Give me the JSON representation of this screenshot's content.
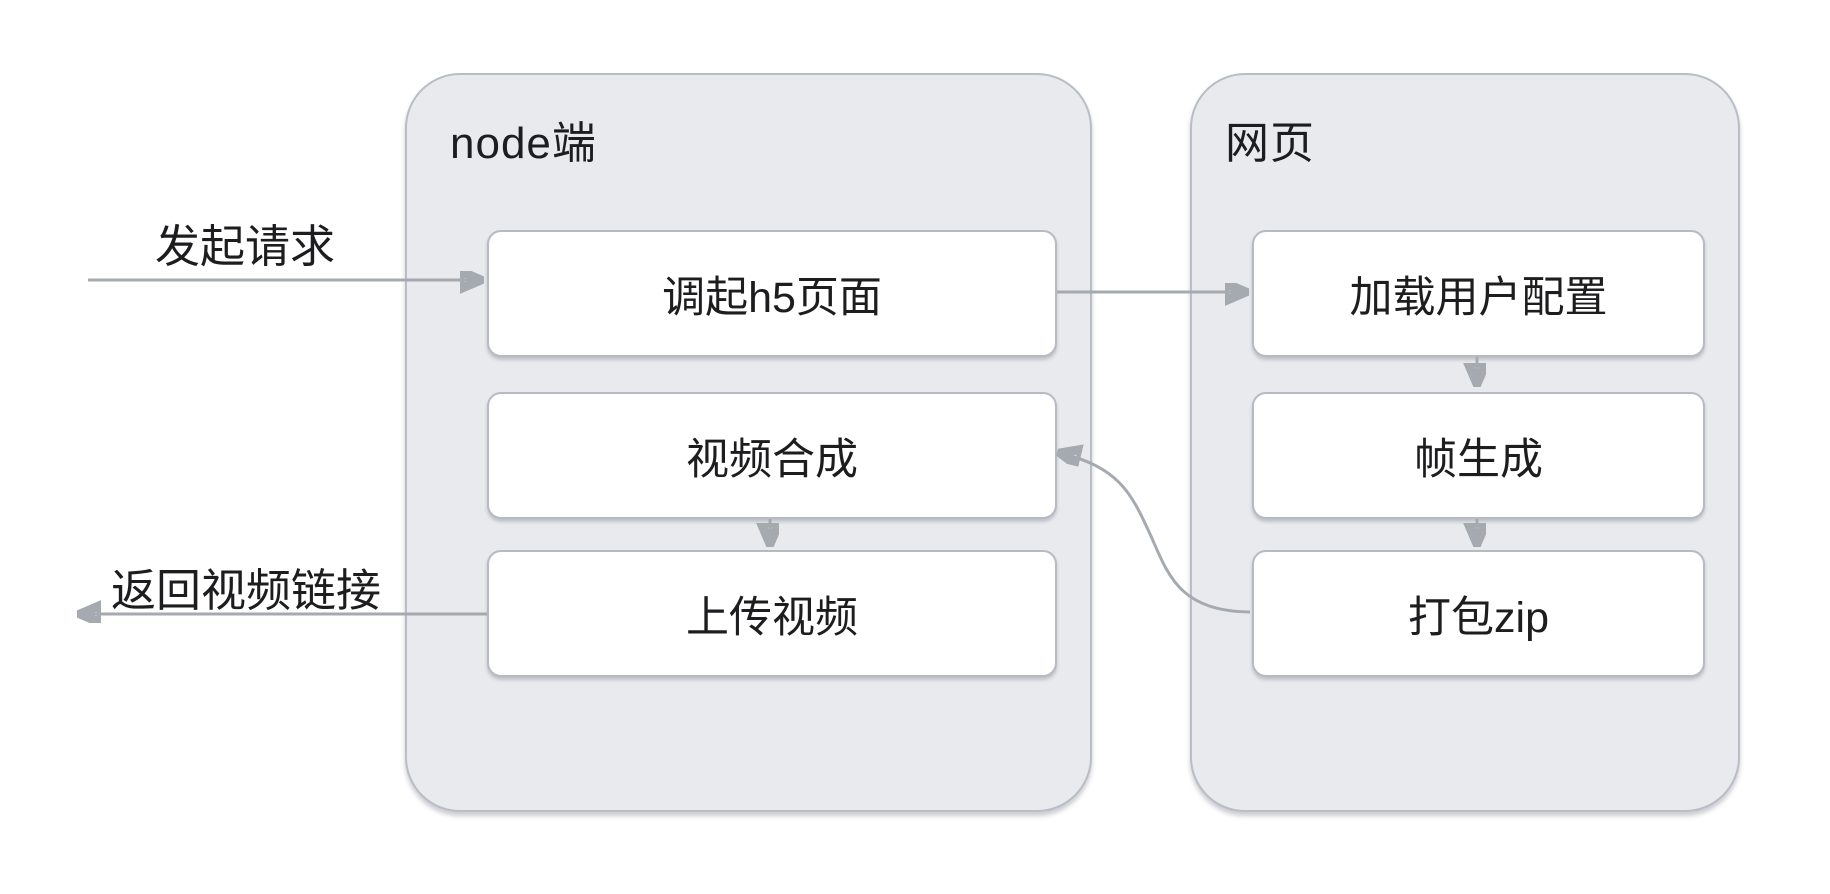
{
  "diagram": {
    "background": "#ffffff",
    "colors": {
      "container_fill": "#e8eaee",
      "container_border": "#b8bdc6",
      "box_fill": "#ffffff",
      "box_border": "#b5bac3",
      "arrow": "#a5a9b0",
      "text": "#1d1d1f"
    },
    "containers": [
      {
        "title": "node端",
        "boxes": [
          {
            "label": "调起h5页面"
          },
          {
            "label": "视频合成"
          },
          {
            "label": "上传视频"
          }
        ]
      },
      {
        "title": "网页",
        "boxes": [
          {
            "label": "加载用户配置"
          },
          {
            "label": "帧生成"
          },
          {
            "label": "打包zip"
          }
        ]
      }
    ],
    "edges": [
      {
        "from": "external",
        "to": "调起h5页面",
        "label": "发起请求"
      },
      {
        "from": "调起h5页面",
        "to": "加载用户配置",
        "label": ""
      },
      {
        "from": "加载用户配置",
        "to": "帧生成",
        "label": ""
      },
      {
        "from": "帧生成",
        "to": "打包zip",
        "label": ""
      },
      {
        "from": "打包zip",
        "to": "视频合成",
        "label": ""
      },
      {
        "from": "视频合成",
        "to": "上传视频",
        "label": ""
      },
      {
        "from": "上传视频",
        "to": "external",
        "label": "返回视频链接"
      }
    ]
  }
}
